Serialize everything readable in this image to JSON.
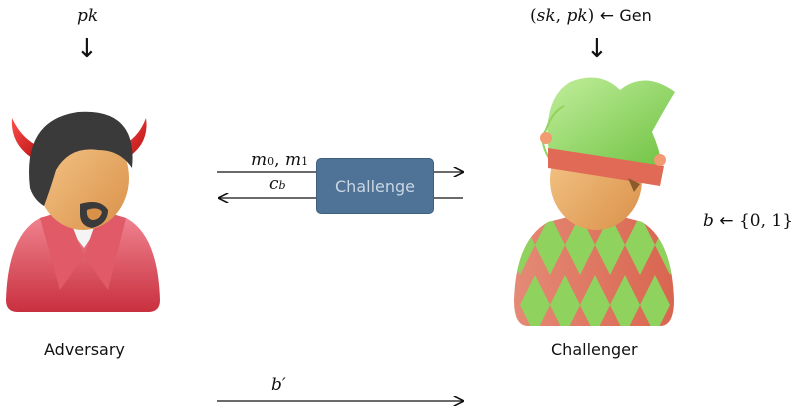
{
  "adversary": {
    "input": "pk",
    "name": "Adversary"
  },
  "challenger": {
    "gen_left": "(",
    "gen_sk": "sk",
    "gen_comma": ", ",
    "gen_pk": "pk",
    "gen_right": ")",
    "gen_arrow": "←",
    "gen_fn": "Gen",
    "name": "Challenger",
    "bit_b": "b",
    "bit_arrow": "←",
    "bit_set": "{0, 1}"
  },
  "messages": {
    "m": "m",
    "m0_sub": "0",
    "sep": ", ",
    "m1_sub": "1",
    "c": "c",
    "c_sub": "b",
    "bprime": "b′"
  },
  "challenge_label": "Challenge",
  "down_arrow": "↓"
}
